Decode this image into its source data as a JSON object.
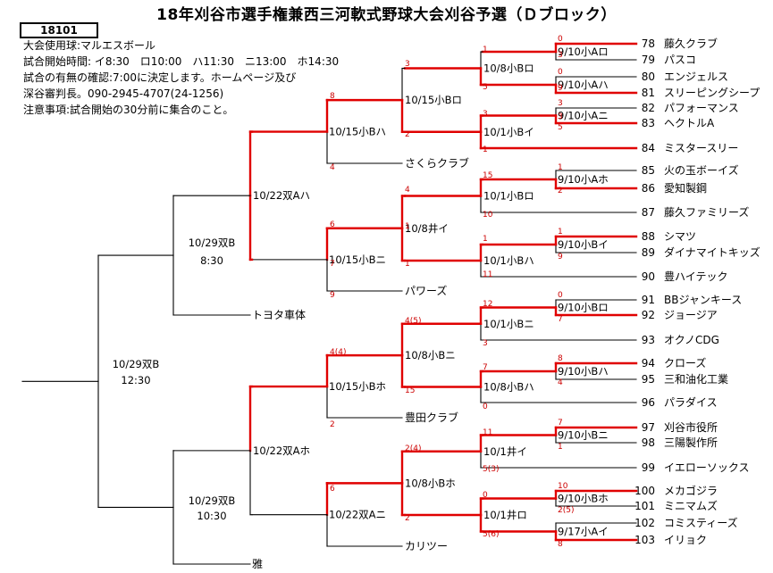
{
  "title": "18年刈谷市選手権兼西三河軟式野球大会刈谷予選（Ｄブロック）",
  "code": "18101",
  "info": [
    "大会使用球:マルエスボール",
    "試合開始時間: イ8:30　ロ10:00　ハ11:30　ニ13:00　ホ14:30",
    "試合の有無の確認:7:00に決定します。ホームページ及び",
    "深谷審判長。090-2945-4707(24-1256)",
    "注意事項:試合開始の30分前に集合のこと。"
  ],
  "teams": [
    {
      "no": "78",
      "name": "藤久クラブ"
    },
    {
      "no": "79",
      "name": "パスコ"
    },
    {
      "no": "80",
      "name": "エンジェルス"
    },
    {
      "no": "81",
      "name": "スリーピングシープ"
    },
    {
      "no": "82",
      "name": "パフォーマンス"
    },
    {
      "no": "83",
      "name": "ヘクトルA"
    },
    {
      "no": "84",
      "name": "ミスタースリー"
    },
    {
      "no": "85",
      "name": "火の玉ボーイズ"
    },
    {
      "no": "86",
      "name": "愛知製鋼"
    },
    {
      "no": "87",
      "name": "藤久ファミリーズ"
    },
    {
      "no": "88",
      "name": "シマツ"
    },
    {
      "no": "89",
      "name": "ダイナマイトキッズ"
    },
    {
      "no": "90",
      "name": "豊ハイテック"
    },
    {
      "no": "91",
      "name": "BBジャンキース"
    },
    {
      "no": "92",
      "name": "ジョージア"
    },
    {
      "no": "93",
      "name": "オクノCDG"
    },
    {
      "no": "94",
      "name": "クローズ"
    },
    {
      "no": "95",
      "name": "三和油化工業"
    },
    {
      "no": "96",
      "name": "パラダイス"
    },
    {
      "no": "97",
      "name": "刈谷市役所"
    },
    {
      "no": "98",
      "name": "三陽製作所"
    },
    {
      "no": "99",
      "name": "イエローソックス"
    },
    {
      "no": "100",
      "name": "メカゴジラ"
    },
    {
      "no": "101",
      "name": "ミニマムズ"
    },
    {
      "no": "102",
      "name": "コミスティーズ"
    },
    {
      "no": "103",
      "name": "イリョク"
    }
  ],
  "seeded_teams": [
    "さくらクラブ",
    "パワーズ",
    "トヨタ車体",
    "豊田クラブ",
    "カリツー",
    "雅"
  ],
  "r1_games": [
    "9/10小Aロ",
    "9/10小Aハ",
    "9/10小Aニ",
    "9/10小Aホ",
    "9/10小Bイ",
    "9/10小Bロ",
    "9/10小Bハ",
    "9/10小Bニ",
    "9/10小Bホ",
    "9/17小Aイ"
  ],
  "r2_games": [
    "10/8小Bロ",
    "10/1小Bイ",
    "10/1小Bロ",
    "10/1小Bハ",
    "10/1小Bニ",
    "10/8小Bハ",
    "10/1井イ",
    "10/1井ロ"
  ],
  "r3_games": [
    "10/15小Bロ",
    "10/8井イ",
    "10/8小Bニ",
    "10/8小Bホ"
  ],
  "r4_games": [
    "10/15小Bハ",
    "10/15小Bニ",
    "10/15小Bホ",
    "10/22双Aニ"
  ],
  "r5_games": [
    "10/22双Aハ",
    "10/22双Aホ"
  ],
  "r6_games": [
    {
      "label": "10/29双B",
      "time": "8:30"
    },
    {
      "label": "10/29双B",
      "time": "10:30"
    }
  ],
  "final_game": {
    "label": "10/29双B",
    "time": "12:30"
  },
  "scores": [
    "0",
    "3",
    "0",
    "9",
    "3",
    "5",
    "3",
    "1",
    "5",
    "3",
    "1",
    "3",
    "2",
    "8",
    "4",
    "1",
    "2",
    "15",
    "10",
    "1",
    "9",
    "1",
    "11",
    "4",
    "1",
    "6",
    "7",
    "1",
    "9",
    "0",
    "7",
    "12",
    "3",
    "8",
    "4",
    "7",
    "0",
    "4(5)",
    "15",
    "4(4)",
    "2",
    "7",
    "1",
    "11",
    "5(3)",
    "2(4)",
    "0",
    "2(5)",
    "5(6)",
    "2",
    "10",
    "6",
    "8"
  ]
}
